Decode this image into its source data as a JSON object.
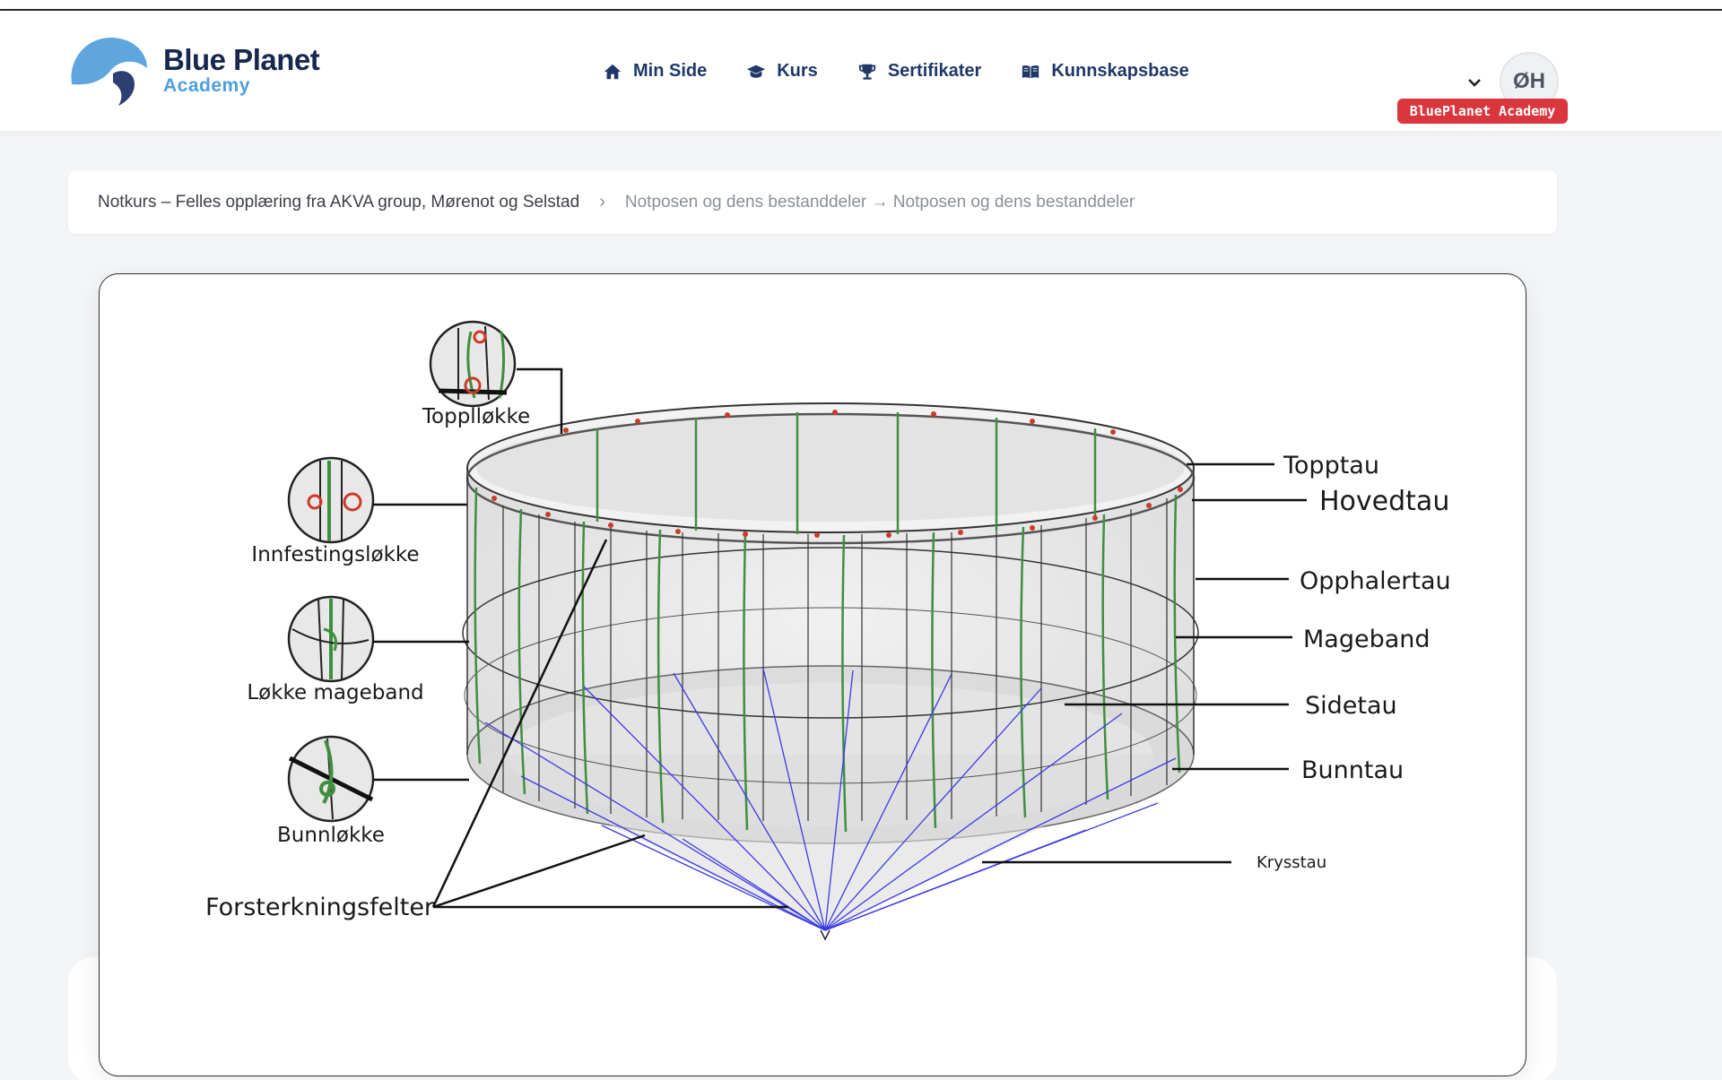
{
  "brand": {
    "name": "Blue Planet",
    "sub": "Academy"
  },
  "nav": [
    {
      "label": "Min Side",
      "icon": "home-icon"
    },
    {
      "label": "Kurs",
      "icon": "graduation-cap-icon"
    },
    {
      "label": "Sertifikater",
      "icon": "trophy-icon"
    },
    {
      "label": "Kunnskapsbase",
      "icon": "book-icon"
    }
  ],
  "user": {
    "initials": "ØH",
    "org_badge": "BluePlanet Academy"
  },
  "breadcrumb": {
    "course": "Notkurs – Felles opplæring fra AKVA group, Mørenot og Selstad",
    "current": "Notposen og dens bestanddeler → Notposen og dens bestanddeler"
  },
  "diagram": {
    "left_labels": {
      "topploekke": "Topplløkke",
      "innfestingsloekke": "Innfestingsløkke",
      "loekke_mageband": "Løkke mageband",
      "bunnloekke": "Bunnløkke",
      "forsterkningsfelter": "Forsterkningsfelter"
    },
    "right_labels": {
      "topptau": "Topptau",
      "hovedtau": "Hovedtau",
      "opphalertau": "Opphalertau",
      "mageband": "Mageband",
      "sidetau": "Sidetau",
      "bunntau": "Bunntau",
      "krysstau": "Krysstau"
    },
    "colors": {
      "side_rope": "#3f8f3f",
      "loop": "#cc3a2a",
      "cross_rope": "#3a3ae6",
      "net": "#cfcfcf"
    }
  }
}
